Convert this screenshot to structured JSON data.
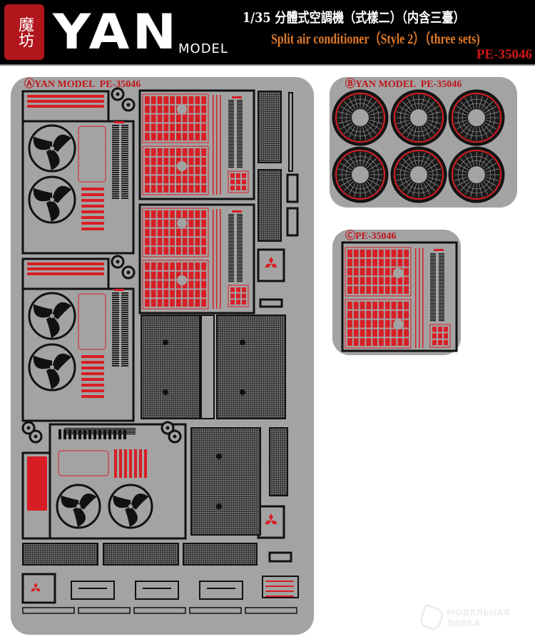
{
  "header": {
    "seal_text": "魔坊",
    "brand": "YAN",
    "brand_sub": "MODEL",
    "title_cn": "1/35 分體式空調機（式樣二）（内含三臺）",
    "title_en": "Split air conditioner（Style 2）（three sets)",
    "product_code": "PE-35046"
  },
  "frets": {
    "a": {
      "label": "ⒶYAN MODEL  PE-35046"
    },
    "b": {
      "label": "ⒷYAN MODEL  PE-35046"
    },
    "c": {
      "label": "ⒸPE-35046"
    }
  },
  "watermark": {
    "line1": "МОДЕЛЬНАЯ",
    "line2": "ЛАВКА"
  },
  "colors": {
    "fret": "#a3a3a3",
    "red": "#d81e24",
    "black": "#111111",
    "orange": "#e07a28"
  }
}
